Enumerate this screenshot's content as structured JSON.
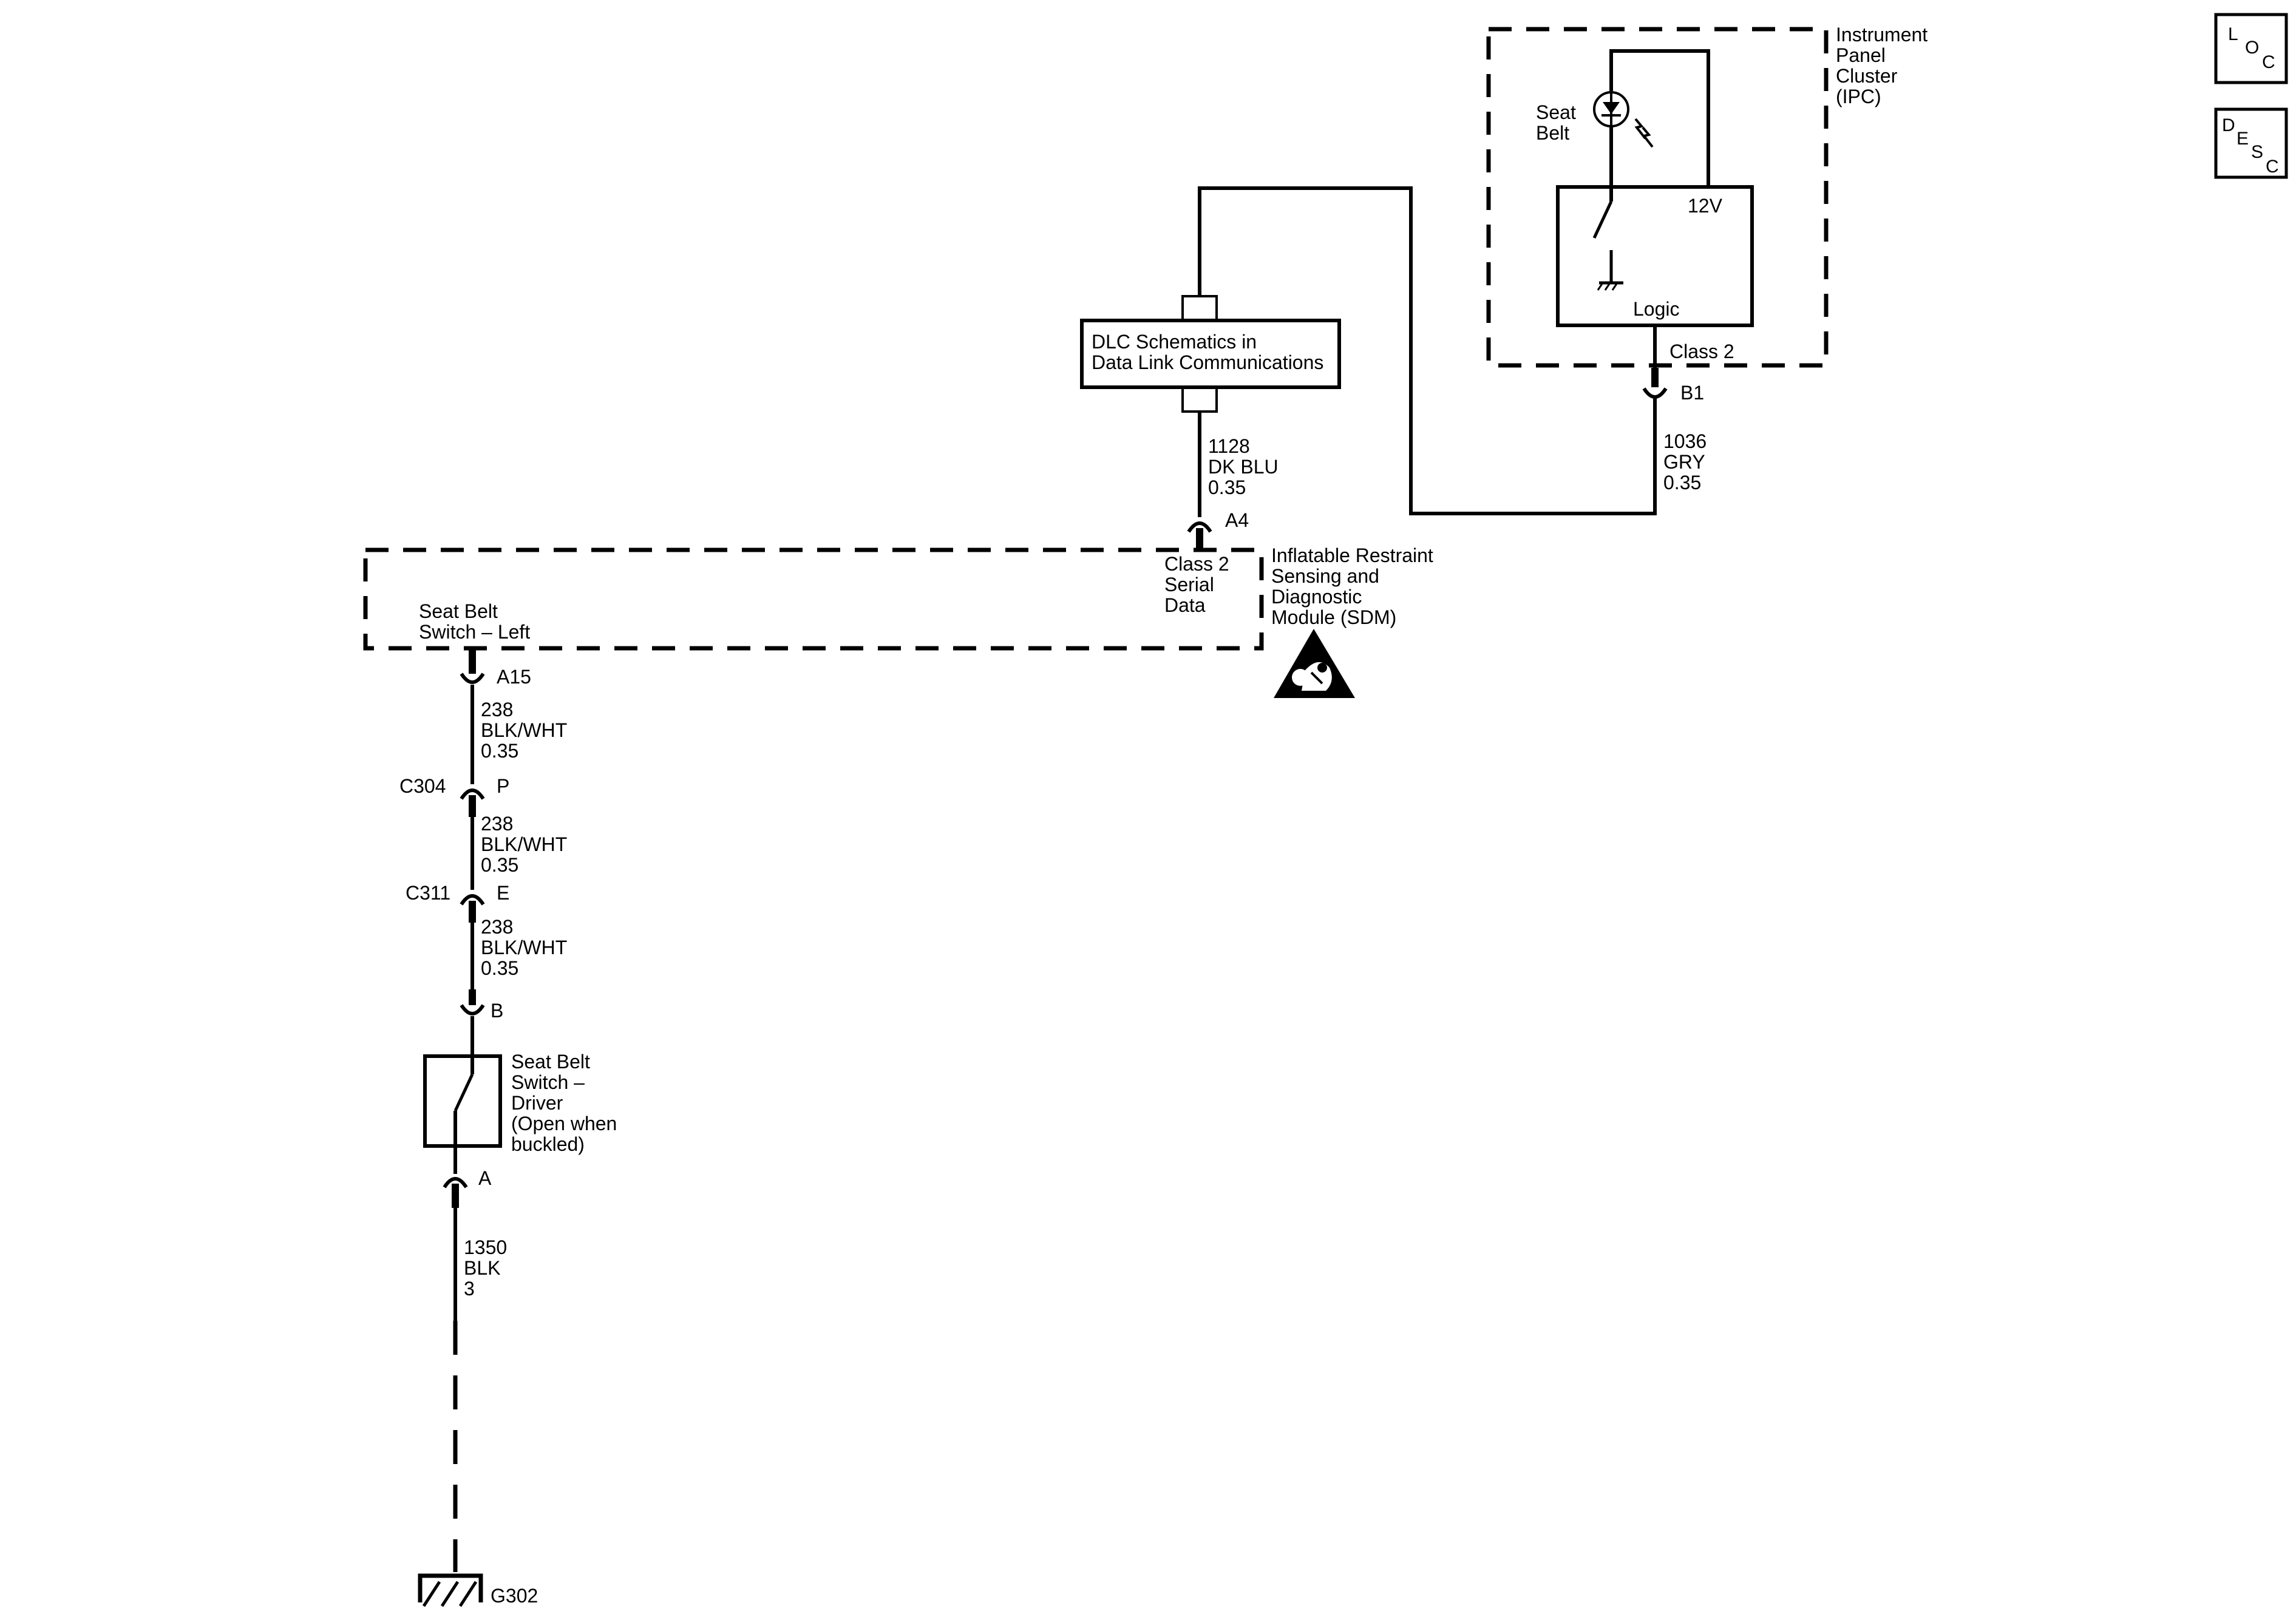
{
  "nav": {
    "loc": [
      "L",
      "O",
      "C"
    ],
    "desc": [
      "D",
      "E",
      "S",
      "C"
    ]
  },
  "ipc": {
    "name_lines": [
      "Instrument",
      "Panel",
      "Cluster",
      "(IPC)"
    ],
    "lamp_label_lines": [
      "Seat",
      "Belt"
    ],
    "voltage": "12V",
    "logic": "Logic",
    "class2": "Class 2",
    "pin": "B1"
  },
  "dlc": {
    "lines": [
      "DLC Schematics in",
      "Data Link Communications"
    ]
  },
  "wires": {
    "w1128": [
      "1128",
      "DK BLU",
      "0.35"
    ],
    "w1036": [
      "1036",
      "GRY",
      "0.35"
    ],
    "w238a": [
      "238",
      "BLK/WHT",
      "0.35"
    ],
    "w238b": [
      "238",
      "BLK/WHT",
      "0.35"
    ],
    "w238c": [
      "238",
      "BLK/WHT",
      "0.35"
    ],
    "w1350": [
      "1350",
      "BLK",
      "3"
    ]
  },
  "sdm": {
    "pin_a4": "A4",
    "pin_a15": "A15",
    "serial_lines": [
      "Class 2",
      "Serial",
      "Data"
    ],
    "switch_lines": [
      "Seat Belt",
      "Switch – Left"
    ],
    "name_lines": [
      "Inflatable Restraint",
      "Sensing and",
      "Diagnostic",
      "Module (SDM)"
    ]
  },
  "connectors": {
    "c304": {
      "name": "C304",
      "pin": "P"
    },
    "c311": {
      "name": "C311",
      "pin": "E"
    },
    "switch_b": "B",
    "switch_a": "A"
  },
  "switch_driver": {
    "lines": [
      "Seat Belt",
      "Switch –",
      "Driver",
      "(Open when",
      "buckled)"
    ]
  },
  "ground": {
    "name": "G302"
  }
}
